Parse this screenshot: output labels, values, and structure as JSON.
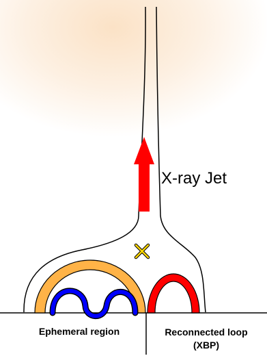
{
  "labels": {
    "jet": "X-ray Jet",
    "ephemeral_region": "Ephemeral region",
    "reconnected_loop": "Reconnected loop (XBP)"
  },
  "colors": {
    "background_glow": "#fbe2c6",
    "jet_arrow": "#ff0000",
    "ephemeral_loop": "#0000ff",
    "outer_loop": "#ffb347",
    "reconnected_loop": "#ff0000",
    "x_point_marker": "#ffd700",
    "field_lines": "#000000"
  },
  "markers": {
    "x_point": "x-marker-icon",
    "jet_direction": "up-arrow-icon"
  }
}
